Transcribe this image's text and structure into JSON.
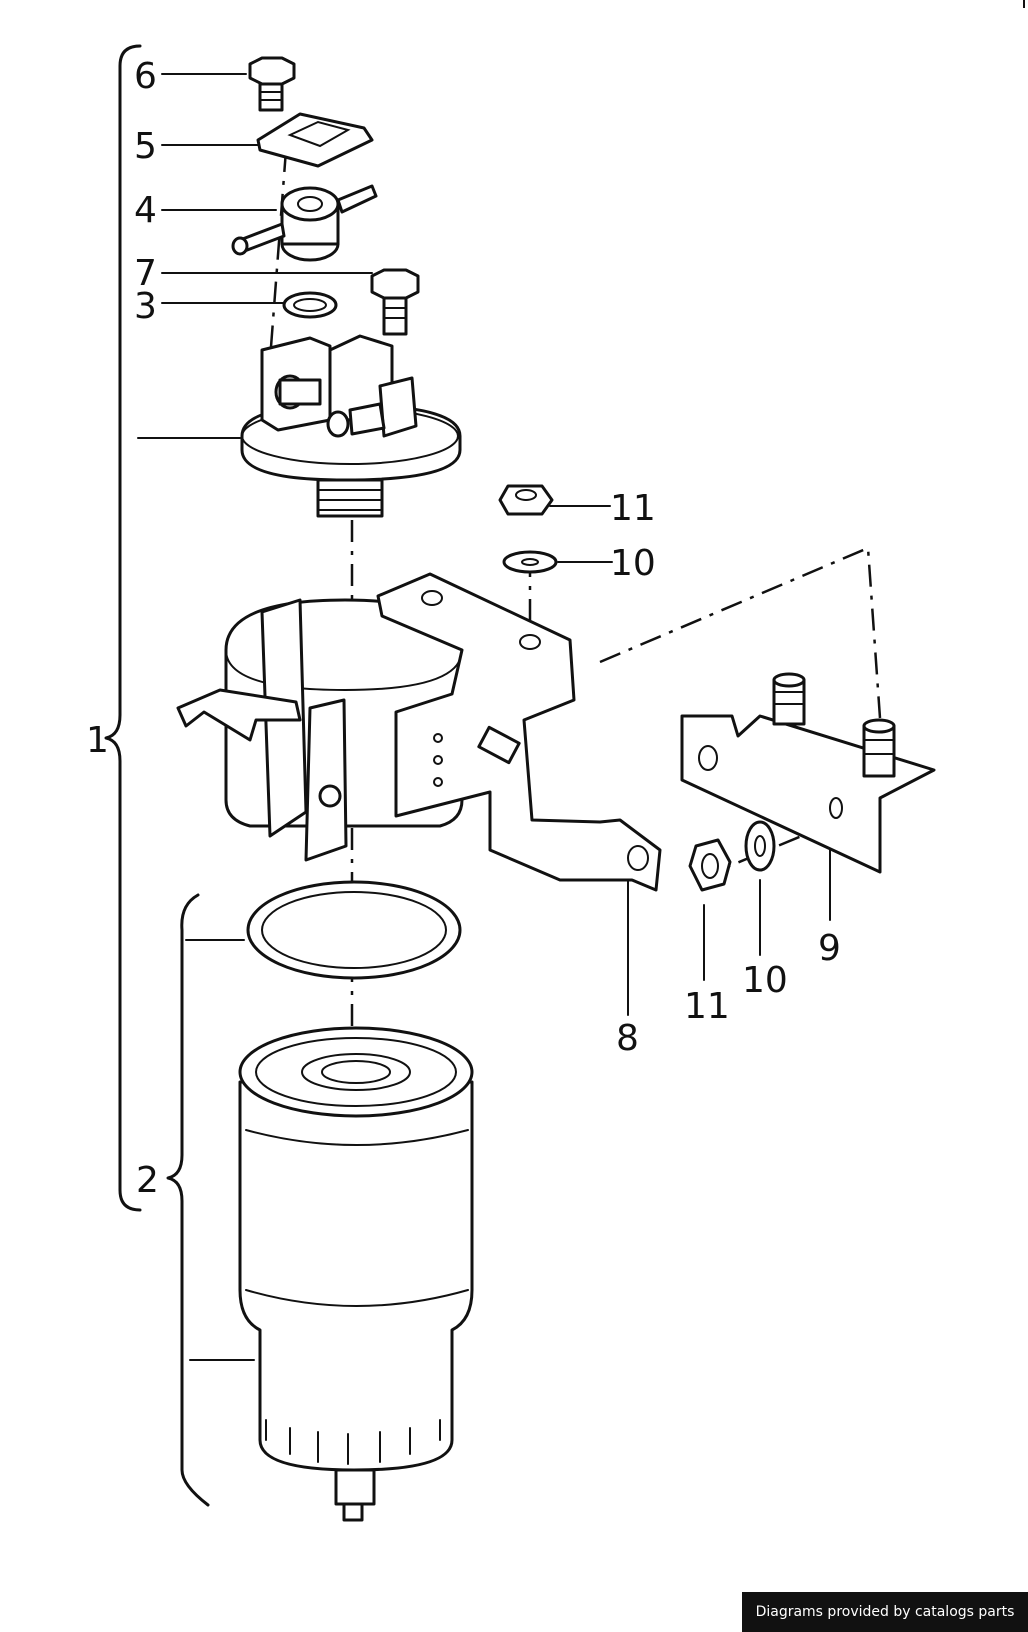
{
  "diagram": {
    "labels": {
      "l1": "1",
      "l2": "2",
      "l3": "3",
      "l4": "4",
      "l5": "5",
      "l6": "6",
      "l7": "7",
      "l8": "8",
      "l9": "9",
      "l10a": "10",
      "l10b": "10",
      "l11a": "11",
      "l11b": "11"
    }
  },
  "footer": {
    "credit": "Diagrams provided by catalogs parts"
  }
}
